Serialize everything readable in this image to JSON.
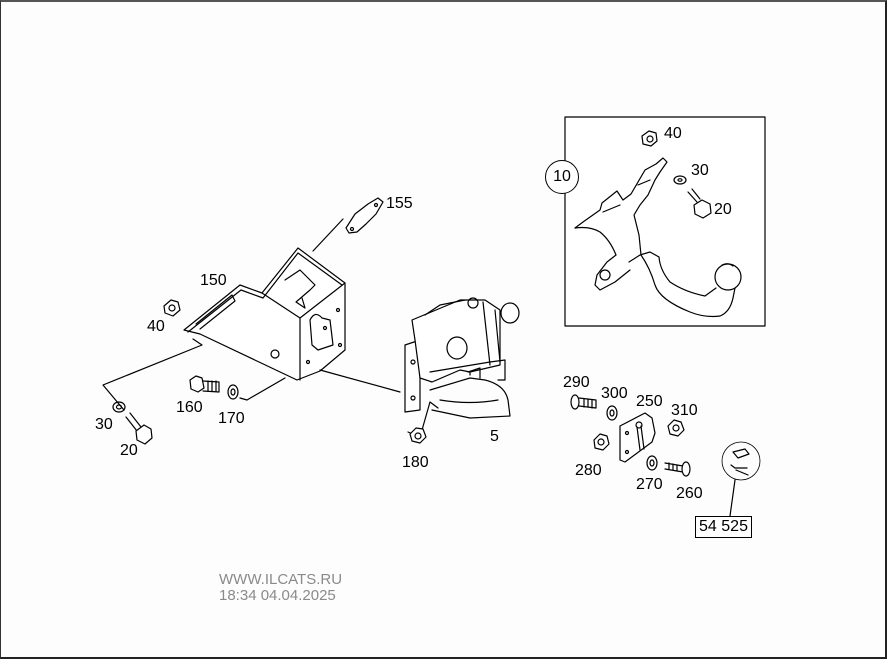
{
  "diagram": {
    "type": "exploded parts diagram",
    "subject": "trailer hitch / tow coupling assembly",
    "inset": {
      "ref_label": "10",
      "parts": [
        {
          "label": "40",
          "name": "nut"
        },
        {
          "label": "30",
          "name": "washer"
        },
        {
          "label": "20",
          "name": "bolt"
        }
      ]
    },
    "main_parts": [
      {
        "label": "155",
        "name": "bracket plate"
      },
      {
        "label": "150",
        "name": "mounting bracket"
      },
      {
        "label": "40",
        "name": "nut"
      },
      {
        "label": "30",
        "name": "washer"
      },
      {
        "label": "20",
        "name": "bolt"
      },
      {
        "label": "160",
        "name": "bolt"
      },
      {
        "label": "170",
        "name": "washer"
      },
      {
        "label": "5",
        "name": "tow coupling"
      },
      {
        "label": "180",
        "name": "nut"
      }
    ],
    "socket_parts": [
      {
        "label": "290",
        "name": "bolt"
      },
      {
        "label": "300",
        "name": "spring washer"
      },
      {
        "label": "250",
        "name": "socket plate"
      },
      {
        "label": "310",
        "name": "nut"
      },
      {
        "label": "280",
        "name": "nut"
      },
      {
        "label": "270",
        "name": "washer"
      },
      {
        "label": "260",
        "name": "screw"
      }
    ],
    "ref_box_label": "54 525"
  },
  "watermark": {
    "site": "WWW.ILCATS.RU",
    "timestamp": "18:34 04.04.2025"
  }
}
